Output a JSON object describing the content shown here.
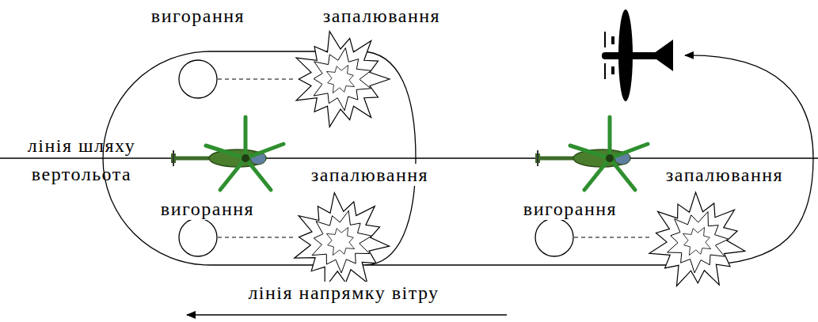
{
  "diagram": {
    "labels": [
      "вигорання",
      "запалювання",
      "лінія шляху вертольота",
      "запалювання",
      "запалювання",
      "вигорання",
      "вигорання",
      "лінія напрямку вітру"
    ]
  }
}
